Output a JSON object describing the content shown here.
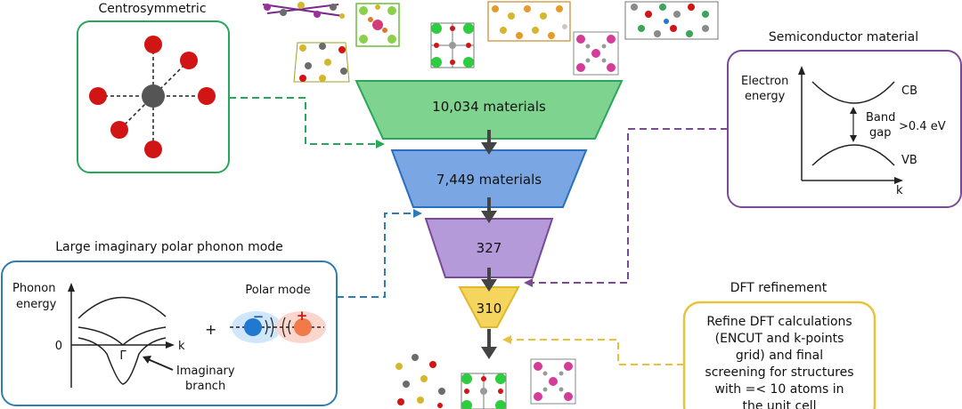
{
  "centrosymmetric": {
    "title": "Centrosymmetric",
    "colors": {
      "border": "#27a75a",
      "atom": "#d11414",
      "center": "#555555"
    }
  },
  "funnel": {
    "stage1_label": "10,034 materials",
    "stage2_label": "7,449 materials",
    "stage3_label": "327",
    "stage4_label": "310",
    "colors": {
      "stage1": "#7ed48f",
      "stage2": "#7aa7e3",
      "stage3": "#b49ad8",
      "stage4": "#f6d55e"
    }
  },
  "semiconductor": {
    "title": "Semiconductor material",
    "y_axis": [
      "Electron",
      "energy"
    ],
    "cb": "CB",
    "vb": "VB",
    "band_gap": [
      "Band",
      "gap"
    ],
    "threshold": ">0.4 eV",
    "x_axis": "k",
    "colors": {
      "border": "#7a4a98"
    }
  },
  "phonon": {
    "title": "Large imaginary polar phonon mode",
    "y_axis": [
      "Phonon",
      "energy"
    ],
    "zero": "0",
    "x_axis": "k",
    "gamma": "Γ",
    "imaginary": [
      "Imaginary",
      "branch"
    ],
    "plus": "+",
    "polar_mode": "Polar mode",
    "minus_sign": "−",
    "plus_sign": "+",
    "colors": {
      "border": "#2f7bb3",
      "blue_ion": "#2078d0",
      "orange_ion": "#f07a4a"
    }
  },
  "dft": {
    "title": "DFT refinement",
    "lines": [
      "Refine DFT calculations",
      "(ENCUT and k-points",
      "grid) and final",
      "screening for structures",
      "with =< 10 atoms in",
      "the unit cell"
    ],
    "colors": {
      "border": "#e8c23a"
    }
  }
}
